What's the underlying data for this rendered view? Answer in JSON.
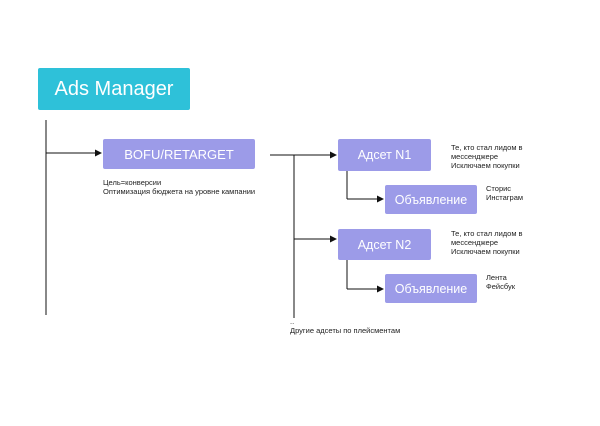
{
  "root": {
    "label": "Ads Manager"
  },
  "campaign": {
    "label": "BOFU/RETARGET",
    "notes": [
      "Цель=конверсии",
      "Оптимизация бюджета на уровне кампании"
    ]
  },
  "adsets": [
    {
      "label": "Адсет N1",
      "notes": [
        "Те, кто стал лидом в",
        "мессенджере",
        "Исключаем покупки"
      ],
      "ad": {
        "label": "Объявление",
        "notes": [
          "Сторис",
          "Инстаграм"
        ]
      }
    },
    {
      "label": "Адсет N2",
      "notes": [
        "Те, кто стал лидом в",
        "мессенджере",
        "Исключаем покупки"
      ],
      "ad": {
        "label": "Объявление",
        "notes": [
          "Лента",
          "Фейсбук"
        ]
      }
    }
  ],
  "more": {
    "dots": "..",
    "label": "Другие адсеты по плейсментам"
  },
  "colors": {
    "root": "#2ec1d9",
    "node": "#9c9be8",
    "line": "#111111"
  }
}
